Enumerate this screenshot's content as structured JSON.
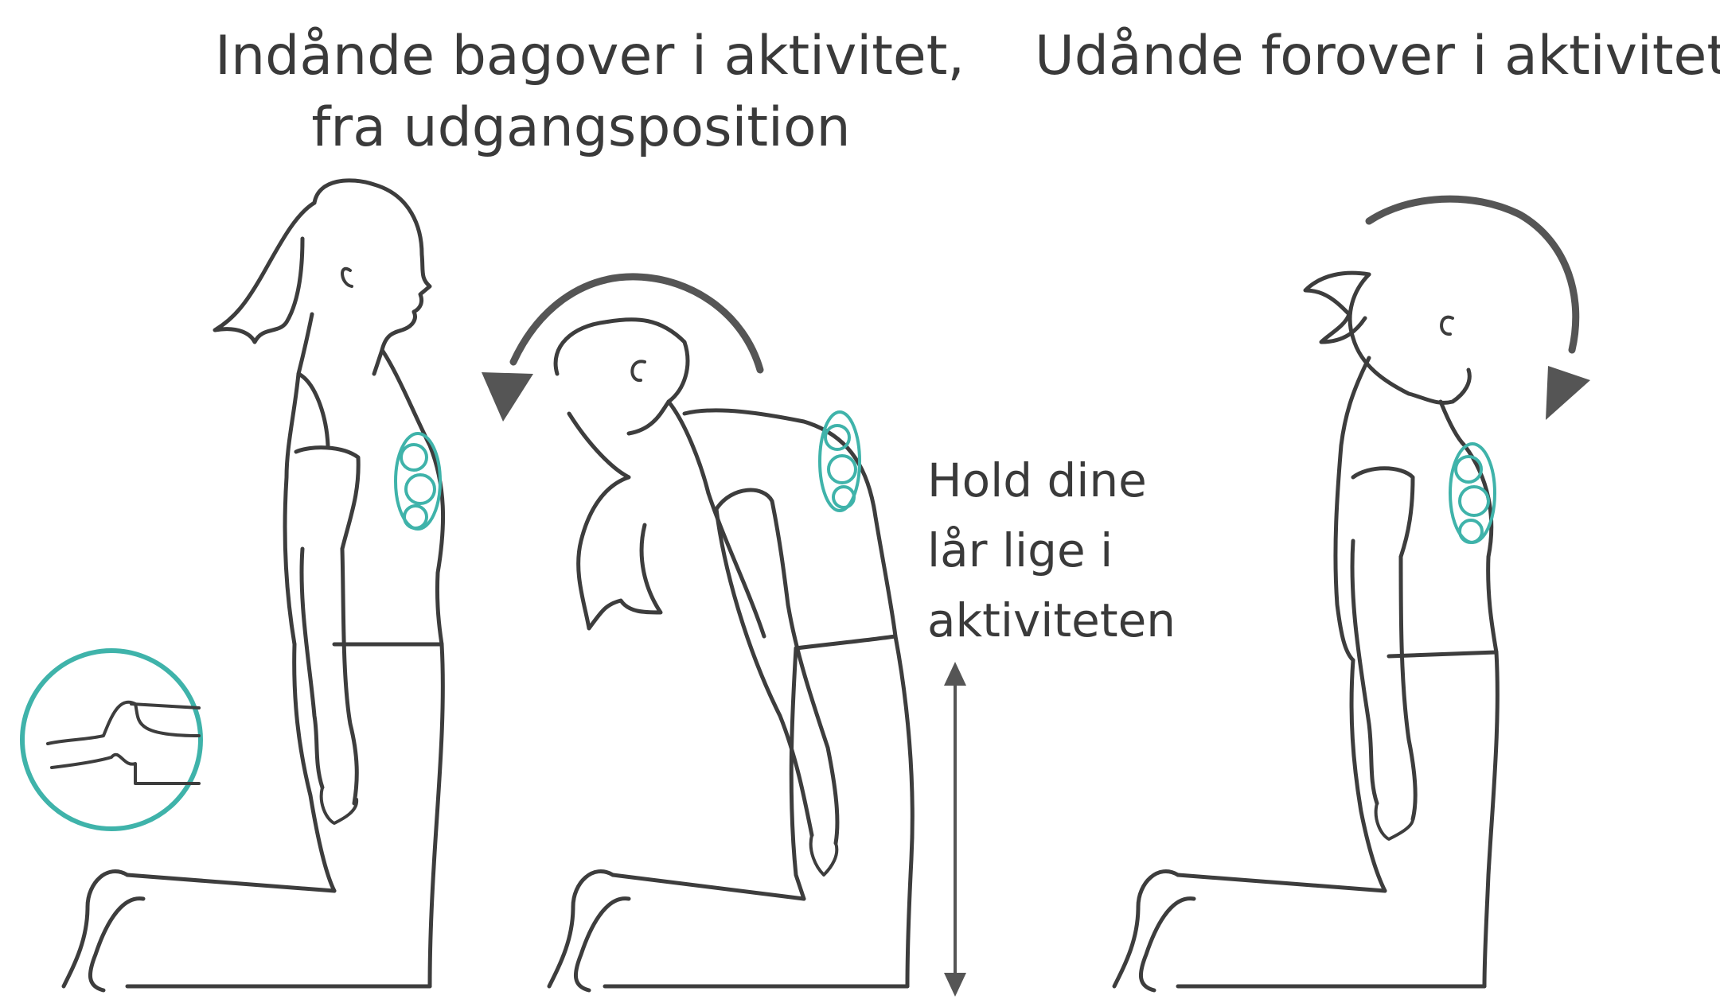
{
  "captions": {
    "left_line1": "Indånde bagover i aktivitet,",
    "left_line2": "fra  udgangsposition",
    "right": "Udånde forover i aktivitet",
    "hold_line1": "Hold dine",
    "hold_line2": "lår lige i",
    "hold_line3": "aktiviteten"
  },
  "colors": {
    "outline": "#3d3d3d",
    "accent": "#3fb3aa",
    "arrow": "#555555",
    "text": "#3a3a3a"
  },
  "icons": {
    "backward_arrow": "curved-arrow-counterclockwise",
    "forward_arrow": "curved-arrow-clockwise",
    "thigh_arrow": "vertical-double-arrow",
    "foot_detail": "circle-inset-feet"
  }
}
